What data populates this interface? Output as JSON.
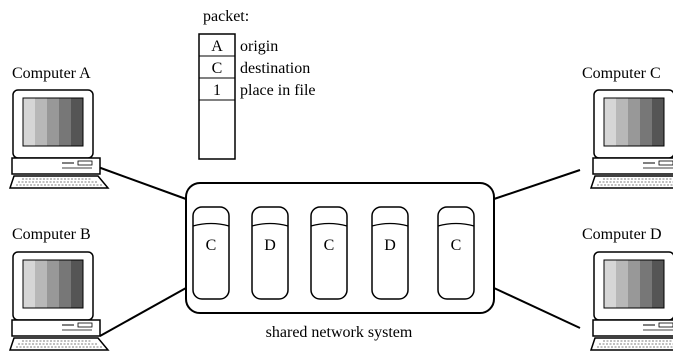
{
  "computers": [
    {
      "name": "Computer A"
    },
    {
      "name": "Computer B"
    },
    {
      "name": "Computer C"
    },
    {
      "name": "Computer D"
    }
  ],
  "packet": {
    "title": "packet:",
    "fields": [
      {
        "value": "A",
        "label": "origin"
      },
      {
        "value": "C",
        "label": "destination"
      },
      {
        "value": "1",
        "label": "place in file"
      }
    ]
  },
  "network": {
    "label": "shared network system",
    "packets": [
      "C",
      "D",
      "C",
      "D",
      "C"
    ]
  }
}
